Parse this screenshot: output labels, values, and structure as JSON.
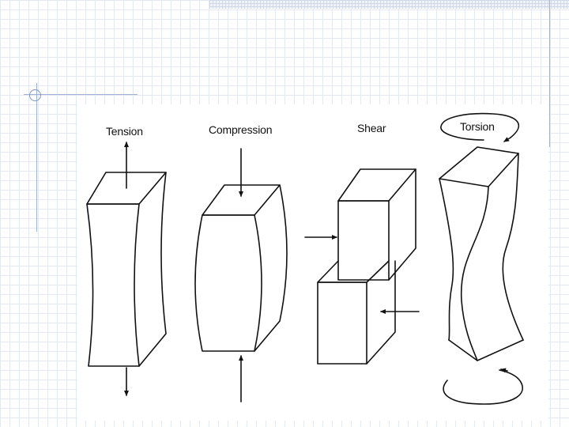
{
  "labels": {
    "tension": "Tension",
    "compression": "Compression",
    "shear": "Shear",
    "torsion": "Torsion"
  },
  "colors": {
    "line": "#111111",
    "accent": "#9fb2d6",
    "grid": "#e4e9f1"
  }
}
